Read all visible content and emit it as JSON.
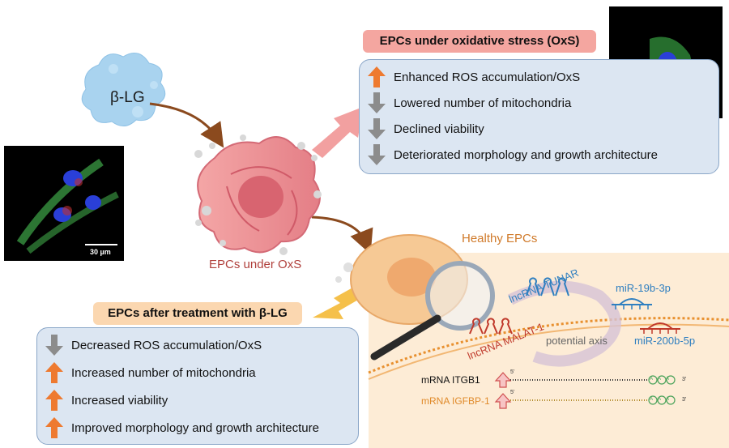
{
  "molecule_label": "β-LG",
  "cell_label": "EPCs under OxS",
  "healthy_label": "Healthy EPCs",
  "oxs_box": {
    "header": "EPCs under oxidative stress (OxS)",
    "items": [
      {
        "direction": "up",
        "color": "#ee7a30",
        "text": "Enhanced ROS accumulation/OxS"
      },
      {
        "direction": "down",
        "color": "#8c8c8c",
        "text": "Lowered number of mitochondria"
      },
      {
        "direction": "down",
        "color": "#8c8c8c",
        "text": "Declined viability"
      },
      {
        "direction": "down",
        "color": "#8c8c8c",
        "text": "Deteriorated morphology and growth architecture"
      }
    ]
  },
  "treat_box": {
    "header": "EPCs after treatment with β-LG",
    "items": [
      {
        "direction": "down",
        "color": "#8c8c8c",
        "text": "Decreased ROS accumulation/OxS"
      },
      {
        "direction": "up",
        "color": "#ee7a30",
        "text": "Increased number of mitochondria"
      },
      {
        "direction": "up",
        "color": "#ee7a30",
        "text": "Increased viability"
      },
      {
        "direction": "up",
        "color": "#ee7a30",
        "text": "Improved morphology and growth architecture"
      }
    ]
  },
  "scale_bar_label": "30 µm",
  "rna": {
    "tunar": "lncRNA TUNAR",
    "malat": "lncRNA MALAT-1",
    "mir19": "miR-19b-3p",
    "mir200": "miR-200b-5p",
    "axis": "potential axis",
    "itgb1": "mRNA ITGB1",
    "igfbp": "mRNA IGFBP-1",
    "polya": "AAA",
    "five_prime": "5'",
    "three_prime": "3'"
  },
  "colors": {
    "header_red": "#f4a6a0",
    "header_orange": "#fbd7b0",
    "box_fill": "#dce6f2",
    "cell_pink": "#e8808a",
    "healthy_orange": "#f6c995",
    "up_arrow": "#ee7a30",
    "down_arrow": "#8c8c8c",
    "rna_blue": "#2f7fc0",
    "rna_red": "#c0392b"
  }
}
